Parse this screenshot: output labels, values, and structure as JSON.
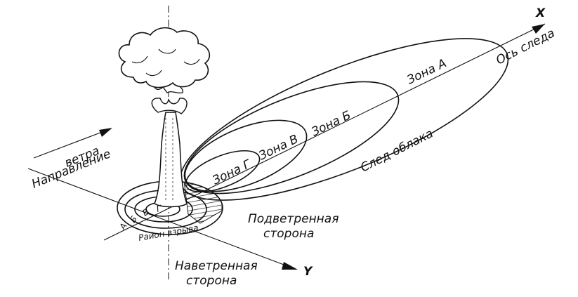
{
  "labels": {
    "axis_x": "X",
    "axis_y": "Y",
    "trace_axis": "Ось следа",
    "zone_a": "Зона А",
    "zone_b": "Зона Б",
    "zone_v": "Зона В",
    "zone_g": "Зона Г",
    "cloud_trace": "След облака",
    "wind_line1": "Направление",
    "wind_line2": "ветра",
    "leeward_line1": "Подветренная",
    "leeward_line2": "сторона",
    "windward_line1": "Наветренная",
    "windward_line2": "сторона",
    "explosion_area": "Район взрыва",
    "ring_a": "А",
    "ring_b": "Б",
    "ring_v": "В",
    "ring_g": "Г"
  },
  "colors": {
    "ink": "#111111",
    "paper": "#ffffff"
  }
}
